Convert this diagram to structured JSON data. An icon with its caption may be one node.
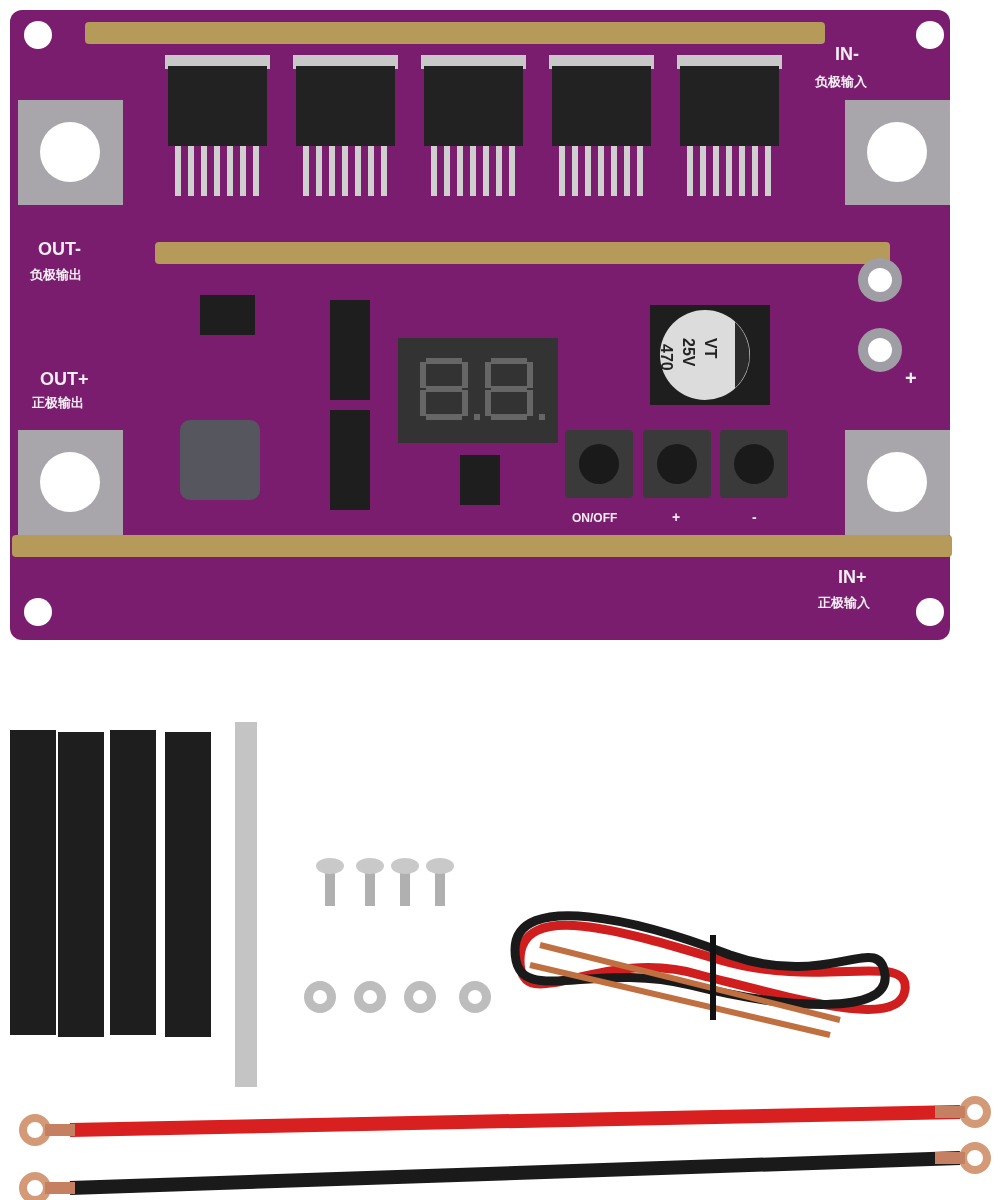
{
  "diagram": {
    "labels": [
      "IN-",
      "负极输入",
      "OUT-",
      "负极输出",
      "OUT+",
      "正极输出",
      "+",
      "ON/OFF",
      "+",
      "-",
      "IN+",
      "正极输入",
      "VT",
      "25V",
      "470"
    ]
  }
}
